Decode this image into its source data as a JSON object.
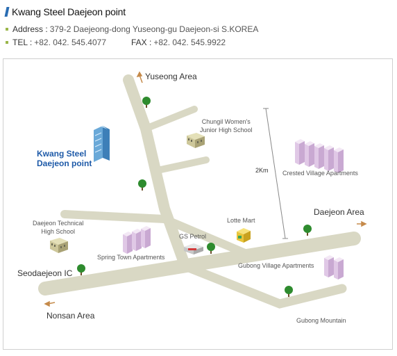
{
  "header": {
    "title": "Kwang Steel Daejeon point",
    "address_label": "Address :",
    "address_value": "379-2 Daejeong-dong Yuseong-gu Daejeon-si S.KOREA",
    "tel_label": "TEL :",
    "tel_value": "+82. 042. 545.4077",
    "fax_label": "FAX :",
    "fax_value": "+82. 042. 545.9922"
  },
  "map": {
    "areas": {
      "yuseong": "Yuseong Area",
      "daejeon": "Daejeon Area",
      "seodaejeon": "Seodaejeon IC",
      "nonsan": "Nonsan Area"
    },
    "landmarks": {
      "chungil_line1": "Chungil Women's",
      "chungil_line2": "Junior High School",
      "crested": "Crested Village Apartments",
      "technical_line1": "Daejeon Technical",
      "technical_line2": "High School",
      "lotte": "Lotte Mart",
      "gs": "GS Petrol",
      "spring": "Spring Town Apartments",
      "gubong_apts": "Gubong Village Apartments",
      "gubong_mtn": "Gubong Mountain"
    },
    "point_line1": "Kwang Steel",
    "point_line2": "Daejeon point",
    "distance": "2Km",
    "colors": {
      "road": "#d9d8c4",
      "tree": "#2e8b2e",
      "point_label": "#1e5aa8",
      "building_blue": "#6aa9d8",
      "apartment": "#e0c8e6",
      "arrow": "#c58a4a"
    }
  }
}
